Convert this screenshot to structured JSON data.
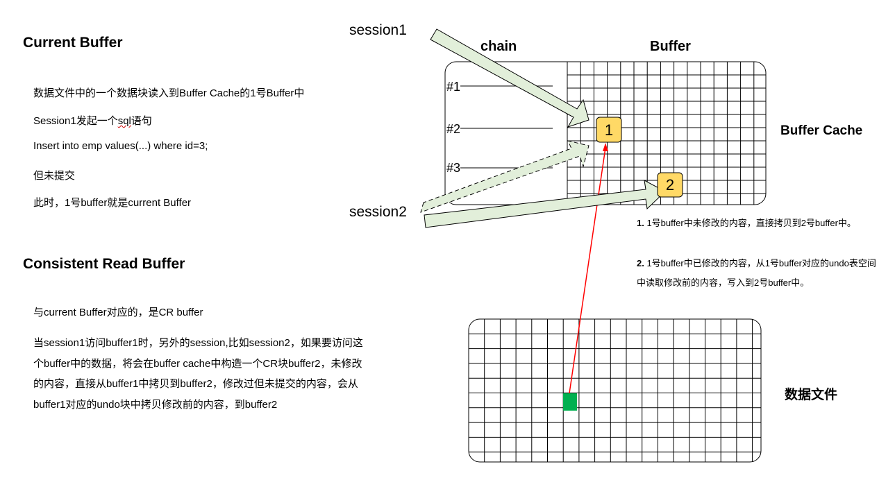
{
  "current_buffer": {
    "title": "Current Buffer",
    "lines": [
      "数据文件中的一个数据块读入到Buffer Cache的1号Buffer中",
      "Session1发起一个",
      "Insert into emp values(...) where id=3;",
      "但未提交",
      "此时，1号buffer就是current Buffer"
    ],
    "line2_word": "sql",
    "line2_suffix": "语句"
  },
  "consistent_read": {
    "title": "Consistent Read Buffer",
    "intro": "与current Buffer对应的，是CR buffer",
    "paragraph": "当session1访问buffer1时，另外的session,比如session2，如果要访问这个buffer中的数据，将会在buffer cache中构造一个CR块buffer2，未修改的内容，直接从buffer1中拷贝到buffer2，修改过但未提交的内容，会从buffer1对应的undo块中拷贝修改前的内容，到buffer2"
  },
  "diagram": {
    "session1": "session1",
    "session2": "session2",
    "chain_label": "chain",
    "buffer_label": "Buffer",
    "chain_rows": [
      "#1",
      "#2",
      "#3"
    ],
    "block1": "1",
    "block2": "2",
    "buffer_cache_label": "Buffer Cache",
    "data_file_label": "数据文件",
    "colors": {
      "arrow_fill": "#e2efda",
      "block_fill": "#ffd966",
      "data_block": "#00b050",
      "link_line": "#ff0000"
    }
  },
  "notes": [
    {
      "num": "1.",
      "text": " 1号buffer中未修改的内容，直接拷贝到2号buffer中。"
    },
    {
      "num": "2.",
      "text": " 1号buffer中已修改的内容，从1号buffer对应的undo表空间中读取修改前的内容，写入到2号buffer中。"
    }
  ]
}
